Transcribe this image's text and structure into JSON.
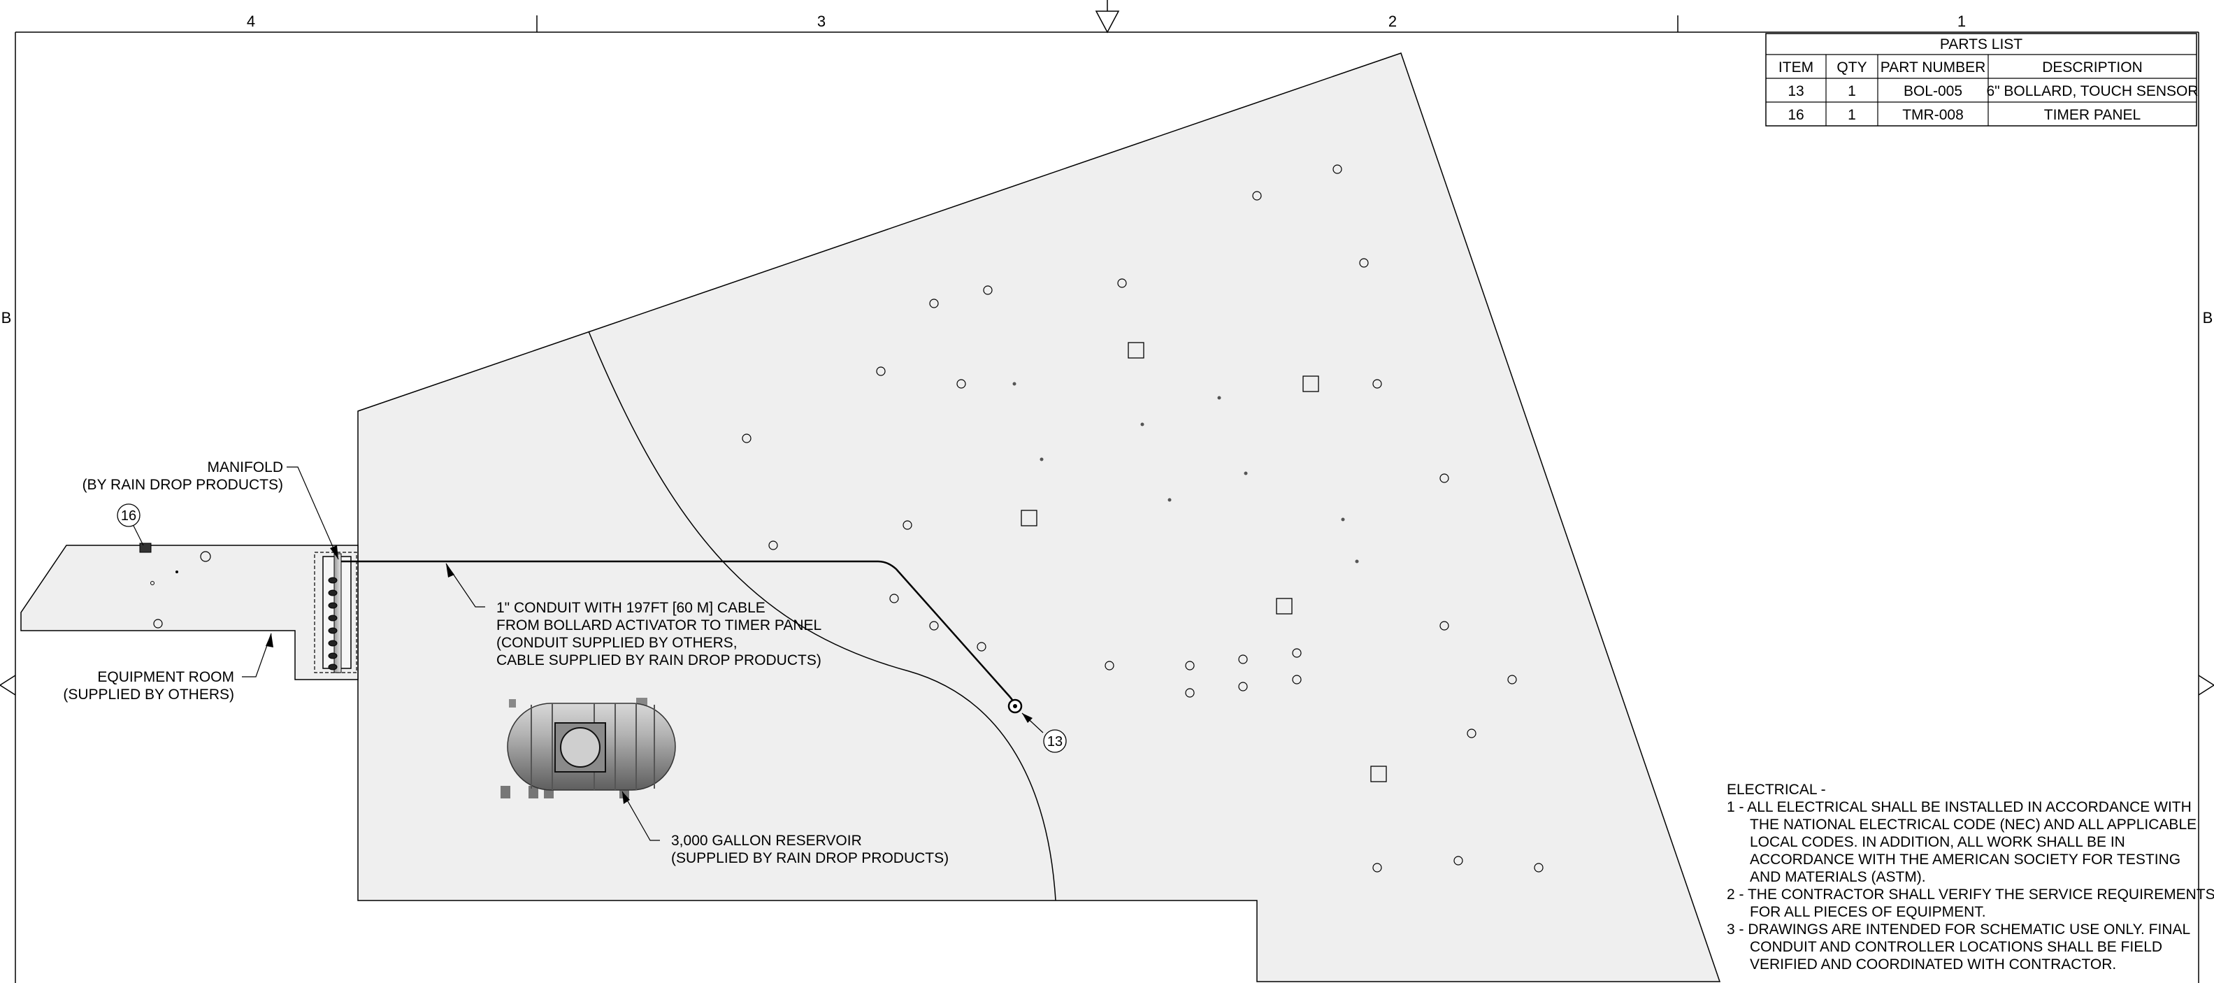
{
  "border": {
    "zones_top": [
      "4",
      "3",
      "2",
      "1"
    ],
    "row_left": "B",
    "row_right": "B"
  },
  "parts_list": {
    "title": "PARTS LIST",
    "headers": [
      "ITEM",
      "QTY",
      "PART NUMBER",
      "DESCRIPTION"
    ],
    "rows": [
      [
        "13",
        "1",
        "BOL-005",
        "6\" BOLLARD, TOUCH SENSOR"
      ],
      [
        "16",
        "1",
        "TMR-008",
        "TIMER PANEL"
      ]
    ]
  },
  "labels": {
    "manifold": [
      "MANIFOLD",
      "(BY RAIN DROP PRODUCTS)"
    ],
    "equipment_room": [
      "EQUIPMENT ROOM",
      "(SUPPLIED BY OTHERS)"
    ],
    "conduit": [
      "1\" CONDUIT WITH 197FT [60 M] CABLE",
      "FROM BOLLARD ACTIVATOR TO TIMER PANEL",
      "(CONDUIT SUPPLIED BY OTHERS,",
      "CABLE SUPPLIED BY RAIN DROP PRODUCTS)"
    ],
    "reservoir": [
      "3,000 GALLON RESERVOIR",
      "(SUPPLIED BY RAIN DROP PRODUCTS)"
    ]
  },
  "callouts": {
    "timer_panel": "16",
    "bollard": "13"
  },
  "notes": {
    "heading": "ELECTRICAL -",
    "items": [
      [
        "1 - ALL ELECTRICAL SHALL BE INSTALLED IN ACCORDANCE WITH",
        "THE NATIONAL ELECTRICAL CODE (NEC) AND ALL APPLICABLE",
        "LOCAL CODES. IN ADDITION, ALL WORK SHALL BE IN",
        "ACCORDANCE WITH THE AMERICAN SOCIETY FOR TESTING",
        "AND MATERIALS (ASTM)."
      ],
      [
        "2 - THE CONTRACTOR SHALL VERIFY THE SERVICE REQUIREMENTS",
        "FOR ALL PIECES OF EQUIPMENT."
      ],
      [
        "3 - DRAWINGS ARE INTENDED FOR SCHEMATIC USE ONLY. FINAL",
        "CONDUIT AND CONTROLLER LOCATIONS SHALL BE FIELD",
        "VERIFIED AND COORDINATED WITH CONTRACTOR."
      ]
    ]
  },
  "colors": {
    "pad_fill": "#efefef",
    "line": "#000000",
    "tank": "#9a9a9a"
  }
}
